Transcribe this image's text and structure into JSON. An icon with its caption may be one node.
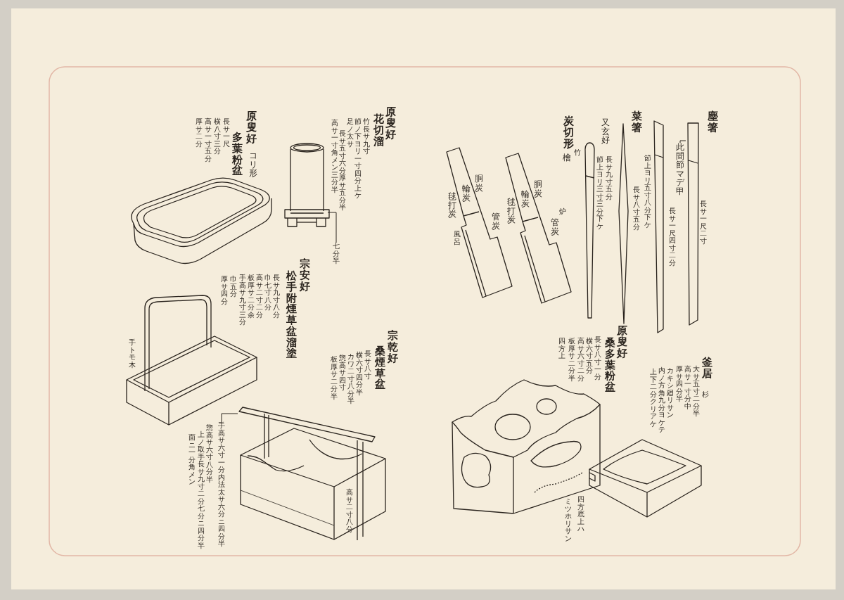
{
  "diagram": {
    "nodes": [
      {
        "text": [],
        "shape": "picture"
      },
      {
        "text": [
          "七分半"
        ]
      },
      {
        "text": [],
        "shape": "picture"
      },
      {
        "text": [
          "手高サ六寸一分内法太サ六分ニ四分半"
        ]
      },
      {
        "text": [
          "此間節マデ甲"
        ]
      },
      {
        "text": [],
        "shape": "bar"
      }
    ],
    "edges": [
      {
        "from": 1,
        "to": 0,
        "arrow": "none"
      },
      {
        "from": 3,
        "to": 2,
        "arrow": "none"
      },
      {
        "from": 4,
        "to": 5,
        "arrow": "none"
      }
    ],
    "labels": [
      "原叟好",
      "多葉粉盆",
      "コリ形",
      "長サ一尺",
      "横八寸三分",
      "高サ一寸五分",
      "厚サ二分",
      "原叟好",
      "花切溜",
      "竹長サ九寸",
      "節ノ下ヨリ一寸四分上ケ",
      "足ノ太サ",
      "長サ五寸六分厚サ五分半",
      "高サ一寸角メン三分半",
      "炭切形",
      "竹",
      "檜",
      "胴炭",
      "輪炭",
      "毬打炭",
      "管炭",
      "風呂",
      "胴炭",
      "輪炭",
      "毬打炭",
      "炉",
      "管炭",
      "又玄好",
      "長サ九寸五分",
      "節上ヨリ三寸三分下ケ",
      "菜箸",
      "長サ八寸五分",
      "節上ヨリ五寸八分下ケ",
      "長サ一尺四寸二分",
      "塵箸",
      "長サ一尺二寸",
      "宗安好",
      "松手附煙草盆溜塗",
      "長サ九寸八分",
      "巾七寸八分",
      "高サ二寸二分",
      "板厚サ二分余",
      "手高サ九寸三分",
      "巾五分",
      "厚サ四分",
      "手トモ木",
      "宗乾好",
      "桑煙草盆",
      "長サ八寸",
      "横六寸四分半",
      "カワ二寸八分半",
      "惣高サ四寸",
      "板厚サ二分半",
      "惣高サ六寸八分半",
      "上ノ取手長サ九寸二分七分ニ四分半",
      "面ニ一分角メン",
      "高サ二寸八分",
      "原叟好",
      "桑多葉粉盆",
      "長サ八寸一分",
      "横六寸五分",
      "高サ六寸二分",
      "板厚サ二分半",
      "四方上",
      "釜居",
      "杉",
      "大サ五寸二分半",
      "高サ一寸分中",
      "厚サ四分半",
      "カキシ廻リサン",
      "内ノ方角九分ヨケテ",
      "上下二分クリアケ",
      "四方底上ハ",
      "ミツホリサン"
    ]
  }
}
